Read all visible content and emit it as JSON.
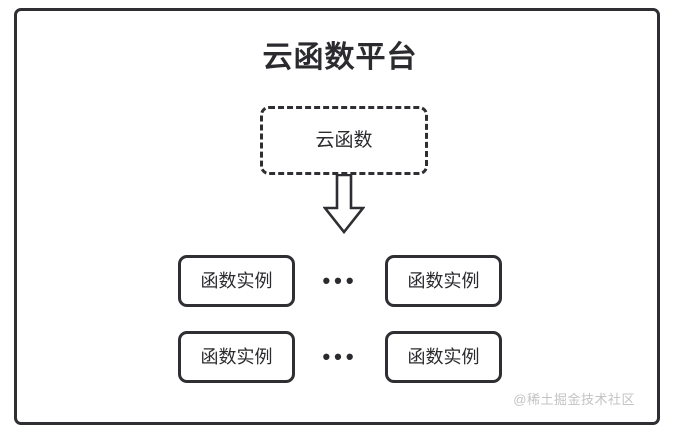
{
  "diagram": {
    "title": "云函数平台",
    "cloud_function": {
      "label": "云函数"
    },
    "arrow": {
      "name": "down-arrow",
      "direction": "down"
    },
    "ellipsis_label": "•••",
    "instance_rows": [
      {
        "left": {
          "label": "函数实例"
        },
        "ellipsis": "•••",
        "right": {
          "label": "函数实例"
        }
      },
      {
        "left": {
          "label": "函数实例"
        },
        "ellipsis": "•••",
        "right": {
          "label": "函数实例"
        }
      }
    ],
    "watermark": "@稀土掘金技术社区",
    "colors": {
      "stroke": "#2f2f33",
      "text": "#2b2b2f",
      "background": "#ffffff",
      "watermark": "#c3c3c6"
    }
  }
}
